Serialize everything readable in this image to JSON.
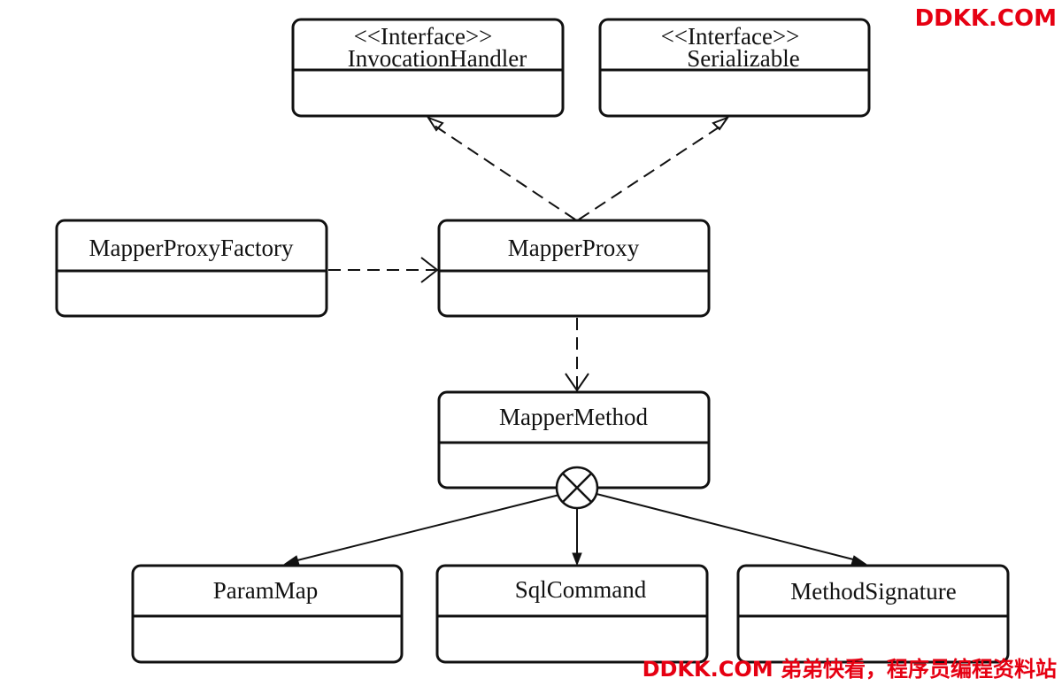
{
  "diagram": {
    "classes": {
      "invocation_handler": {
        "stereotype": "<<Interface>>",
        "name": "InvocationHandler"
      },
      "serializable": {
        "stereotype": "<<Interface>>",
        "name": "Serializable"
      },
      "mapper_proxy_factory": {
        "name": "MapperProxyFactory"
      },
      "mapper_proxy": {
        "name": "MapperProxy"
      },
      "mapper_method": {
        "name": "MapperMethod"
      },
      "param_map": {
        "name": "ParamMap"
      },
      "sql_command": {
        "name": "SqlCommand"
      },
      "method_signature": {
        "name": "MethodSignature"
      }
    },
    "relations": [
      {
        "from": "MapperProxy",
        "to": "InvocationHandler",
        "kind": "realization"
      },
      {
        "from": "MapperProxy",
        "to": "Serializable",
        "kind": "realization"
      },
      {
        "from": "MapperProxyFactory",
        "to": "MapperProxy",
        "kind": "dependency"
      },
      {
        "from": "MapperProxy",
        "to": "MapperMethod",
        "kind": "dependency"
      },
      {
        "from": "MapperMethod",
        "to": "ParamMap",
        "kind": "nested-class"
      },
      {
        "from": "MapperMethod",
        "to": "SqlCommand",
        "kind": "nested-class"
      },
      {
        "from": "MapperMethod",
        "to": "MethodSignature",
        "kind": "nested-class"
      }
    ]
  },
  "watermarks": {
    "top": "DDKK.COM",
    "bottom": "DDKK.COM 弟弟快看，程序员编程资料站"
  },
  "colors": {
    "line": "#111111",
    "watermark": "#e60012",
    "background": "#ffffff"
  }
}
